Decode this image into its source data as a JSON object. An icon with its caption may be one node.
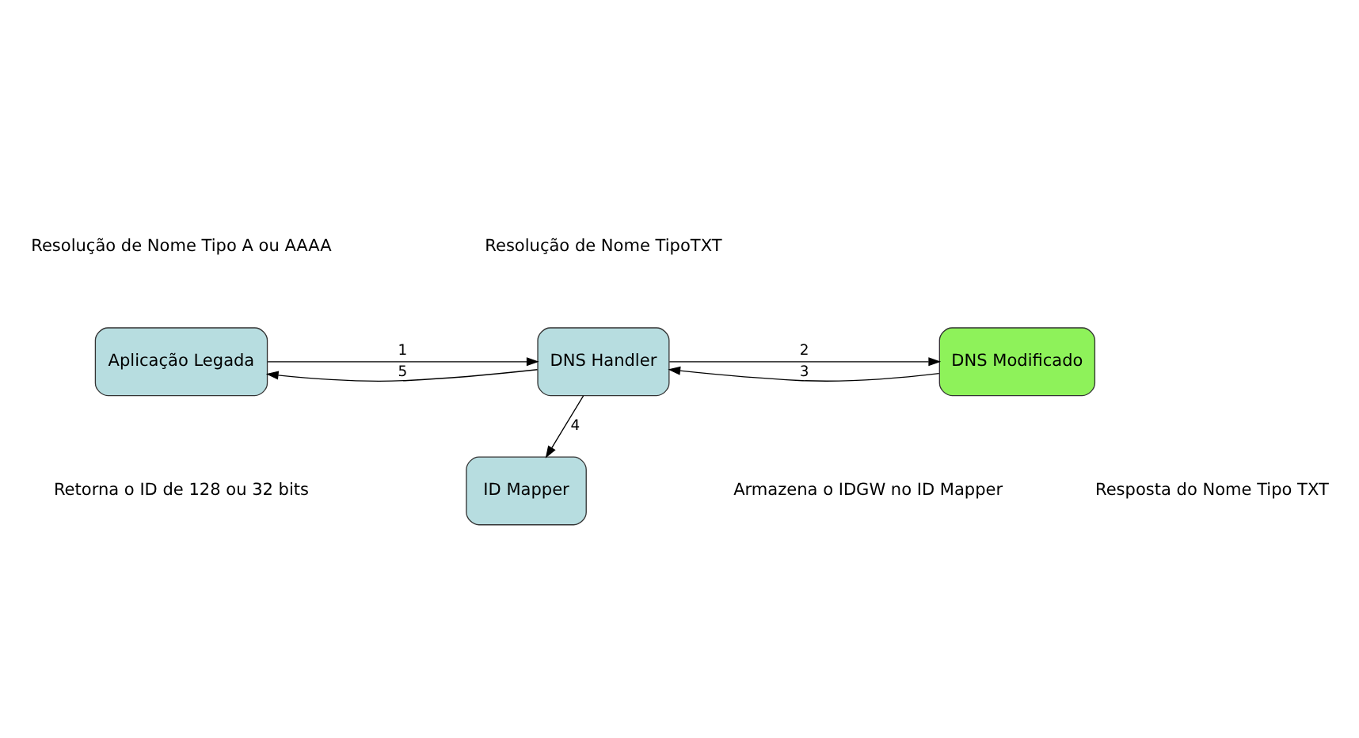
{
  "diagram": {
    "nodes": [
      {
        "text": [
          "Aplicação Legada"
        ]
      },
      {
        "text": [
          "DNS Handler"
        ]
      },
      {
        "text": [
          "DNS Modificado"
        ]
      },
      {
        "text": [
          "ID Mapper"
        ]
      }
    ],
    "edges": [
      {
        "from": 0,
        "to": 1,
        "arrow": "to",
        "label": "1"
      },
      {
        "from": 1,
        "to": 2,
        "arrow": "to",
        "label": "2"
      },
      {
        "from": 2,
        "to": 1,
        "arrow": "to",
        "label": "3"
      },
      {
        "from": 1,
        "to": 3,
        "arrow": "to",
        "label": "4"
      },
      {
        "from": 1,
        "to": 0,
        "arrow": "to",
        "label": "5"
      }
    ],
    "labels": [
      "Resolução de Nome Tipo A ou AAAA",
      "Resolução de Nome TipoTXT",
      "Retorna o ID de 128 ou 32 bits",
      "Resposta do Nome Tipo TXT",
      "Armazena o IDGW no ID Mapper"
    ]
  }
}
